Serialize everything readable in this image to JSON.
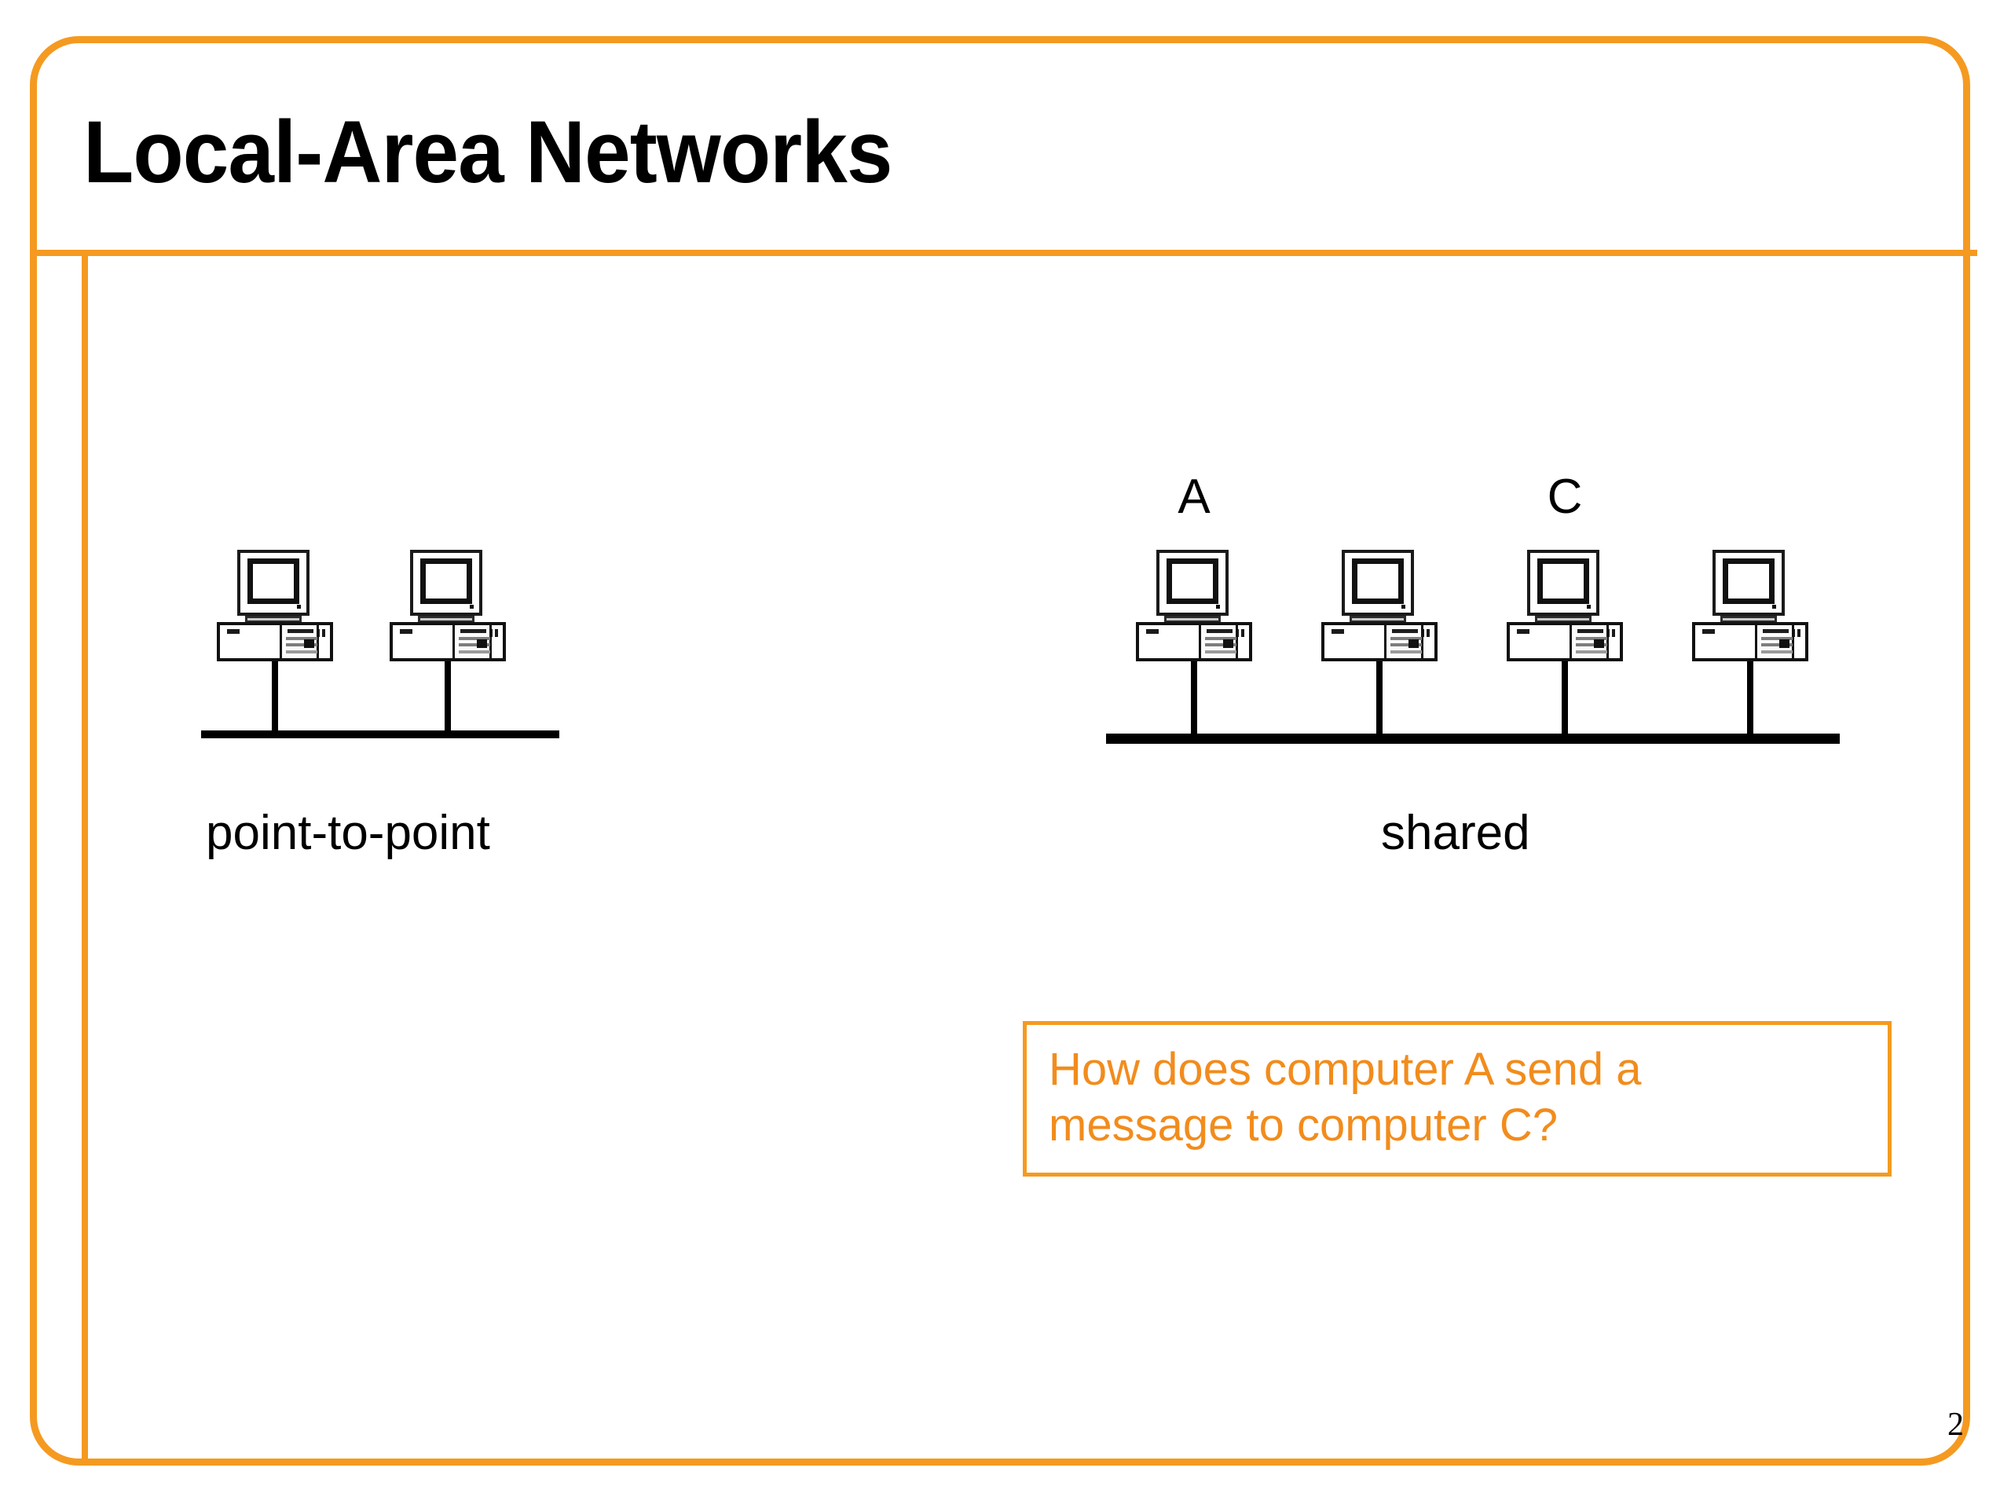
{
  "slide": {
    "title": "Local-Area Networks",
    "page_number": "2",
    "accent_color": "#F59A20",
    "callout_text_color": "#F28C1C",
    "line_color": "#000000",
    "background": "#ffffff"
  },
  "diagrams": [
    {
      "id": "point-to-point",
      "caption": "point-to-point",
      "topology": "bus",
      "node_count": 2,
      "nodes": [
        {
          "label": ""
        },
        {
          "label": ""
        }
      ]
    },
    {
      "id": "shared",
      "caption": "shared",
      "topology": "bus",
      "node_count": 4,
      "nodes": [
        {
          "label": "A"
        },
        {
          "label": ""
        },
        {
          "label": "C"
        },
        {
          "label": ""
        }
      ]
    }
  ],
  "callout": {
    "line1": "How does computer A send a",
    "line2": "message to computer C?"
  },
  "icons": {
    "computer": "desktop-computer-icon",
    "bus": "network-bus-line",
    "drop": "network-drop-line"
  }
}
